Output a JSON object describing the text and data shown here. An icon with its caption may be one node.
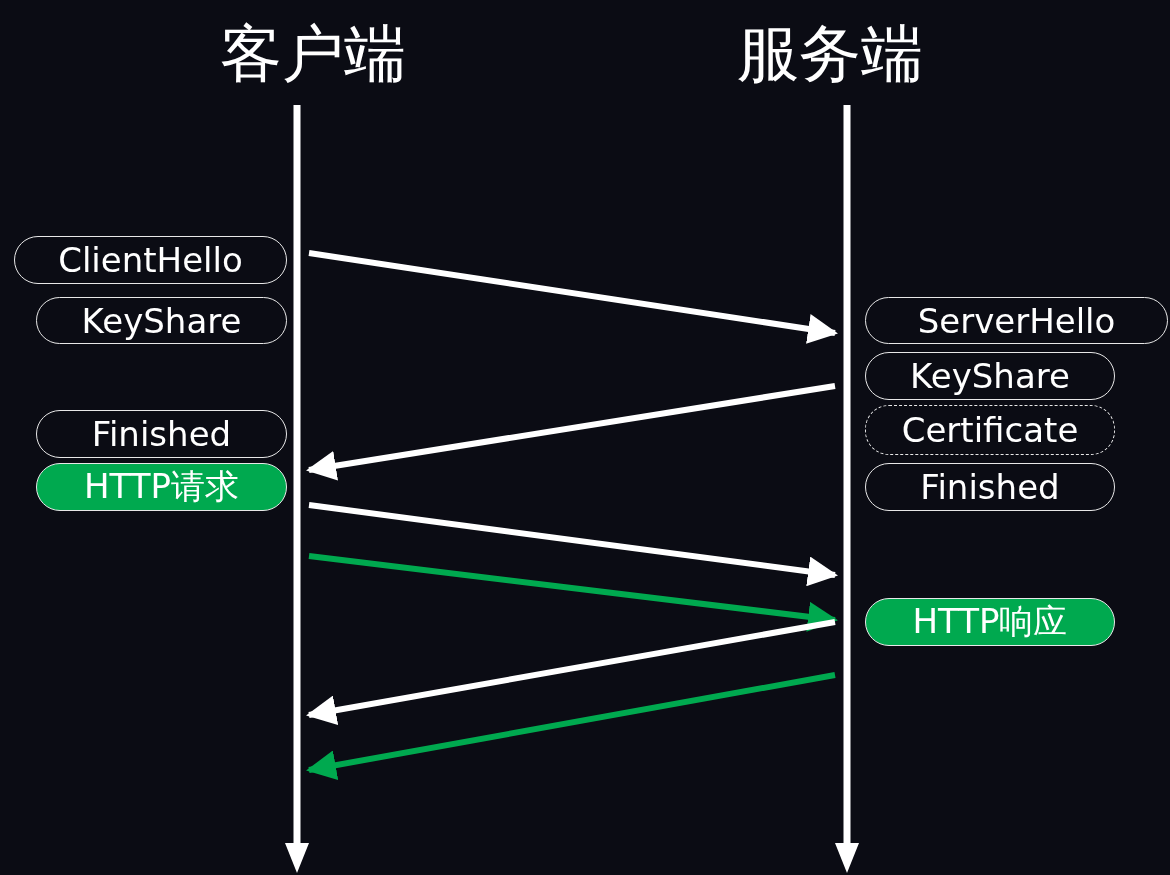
{
  "diagram": {
    "nodes": [
      {
        "text": [],
        "shape": "bar",
        "beside": [
          "客户端"
        ]
      },
      {
        "text": [],
        "shape": "bar",
        "beside": [
          "服务端"
        ]
      },
      {
        "text": [
          "ClientHello"
        ]
      },
      {
        "text": [
          "KeyShare"
        ]
      },
      {
        "text": [
          "Finished"
        ]
      },
      {
        "text": [
          "HTTP请求"
        ]
      },
      {
        "text": [
          "ServerHello"
        ]
      },
      {
        "text": [
          "KeyShare"
        ]
      },
      {
        "text": [
          "Certificate"
        ]
      },
      {
        "text": [
          "Finished"
        ]
      },
      {
        "text": [
          "HTTP响应"
        ]
      }
    ],
    "edges": [
      {
        "from": 0,
        "to": 1,
        "arrow": "to"
      },
      {
        "from": 1,
        "to": 0,
        "arrow": "to"
      },
      {
        "from": 0,
        "to": 1,
        "arrow": "to"
      },
      {
        "from": 0,
        "to": 1,
        "arrow": "to",
        "color": "#00a94f"
      },
      {
        "from": 1,
        "to": 0,
        "arrow": "to"
      },
      {
        "from": 1,
        "to": 0,
        "arrow": "to",
        "color": "#00a94f"
      }
    ]
  }
}
